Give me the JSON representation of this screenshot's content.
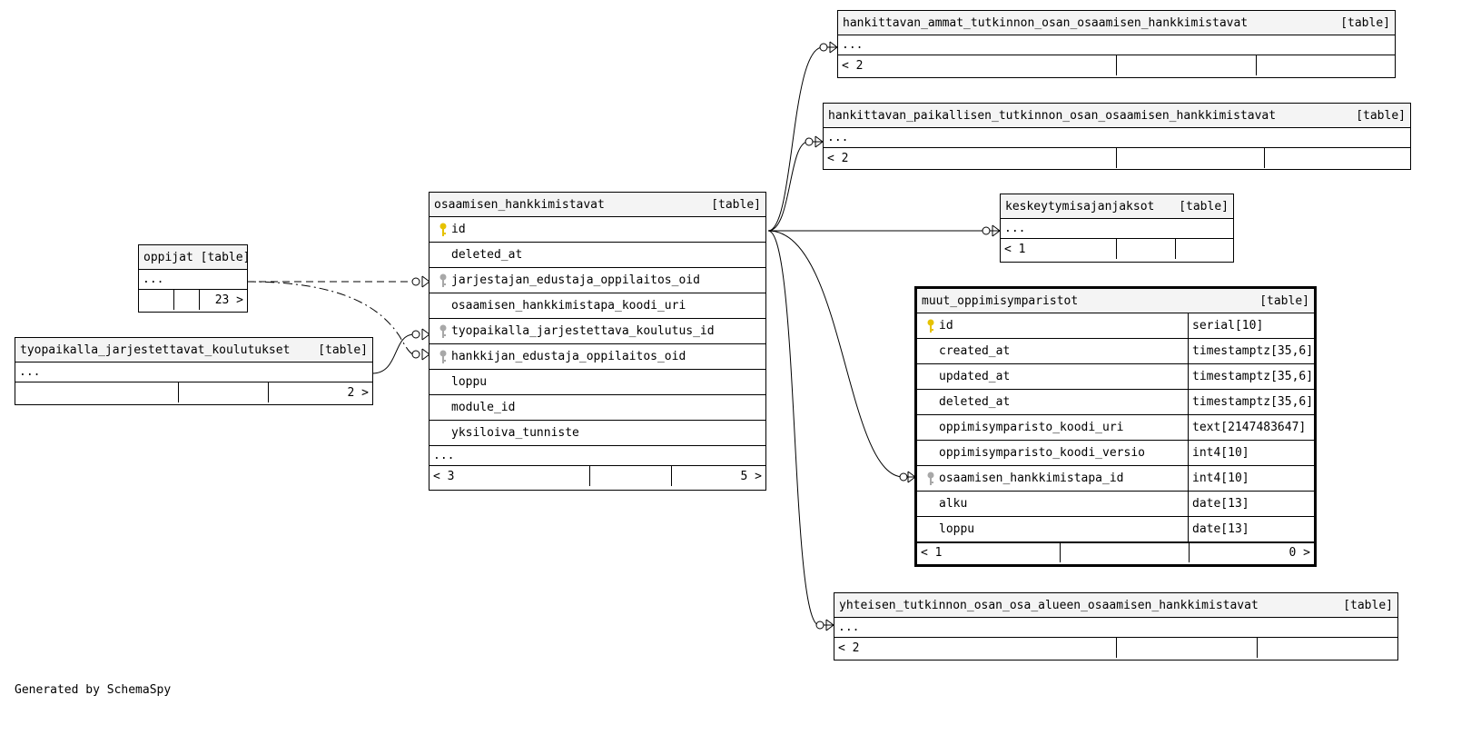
{
  "footer": {
    "credit": "Generated by SchemaSpy"
  },
  "tables": {
    "oppijat": {
      "name": "oppijat",
      "tag": "[table]",
      "more": "...",
      "foot": [
        "",
        "",
        "23 >"
      ]
    },
    "tyopaikalla": {
      "name": "tyopaikalla_jarjestettavat_koulutukset",
      "tag": "[table]",
      "more": "...",
      "foot": [
        "",
        "",
        "2 >"
      ]
    },
    "oh": {
      "name": "osaamisen_hankkimistavat",
      "tag": "[table]",
      "columns": [
        {
          "name": "id",
          "key": "primary"
        },
        {
          "name": "deleted_at",
          "key": "none"
        },
        {
          "name": "jarjestajan_edustaja_oppilaitos_oid",
          "key": "foreign"
        },
        {
          "name": "osaamisen_hankkimistapa_koodi_uri",
          "key": "none"
        },
        {
          "name": "tyopaikalla_jarjestettava_koulutus_id",
          "key": "foreign"
        },
        {
          "name": "hankkijan_edustaja_oppilaitos_oid",
          "key": "foreign"
        },
        {
          "name": "loppu",
          "key": "none"
        },
        {
          "name": "module_id",
          "key": "none"
        },
        {
          "name": "yksiloiva_tunniste",
          "key": "none"
        }
      ],
      "more": "...",
      "foot": [
        "< 3",
        "",
        "5 >"
      ]
    },
    "hat": {
      "name": "hankittavan_ammat_tutkinnon_osan_osaamisen_hankkimistavat",
      "tag": "[table]",
      "more": "...",
      "foot": [
        "< 2",
        "",
        ""
      ]
    },
    "hpt": {
      "name": "hankittavan_paikallisen_tutkinnon_osan_osaamisen_hankkimistavat",
      "tag": "[table]",
      "more": "...",
      "foot": [
        "< 2",
        "",
        ""
      ]
    },
    "kesk": {
      "name": "keskeytymisajanjaksot",
      "tag": "[table]",
      "more": "...",
      "foot": [
        "< 1",
        "",
        ""
      ]
    },
    "muut": {
      "name": "muut_oppimisymparistot",
      "tag": "[table]",
      "columns": [
        {
          "name": "id",
          "type": "serial[10]",
          "key": "primary"
        },
        {
          "name": "created_at",
          "type": "timestamptz[35,6]",
          "key": "none"
        },
        {
          "name": "updated_at",
          "type": "timestamptz[35,6]",
          "key": "none"
        },
        {
          "name": "deleted_at",
          "type": "timestamptz[35,6]",
          "key": "none"
        },
        {
          "name": "oppimisymparisto_koodi_uri",
          "type": "text[2147483647]",
          "key": "none"
        },
        {
          "name": "oppimisymparisto_koodi_versio",
          "type": "int4[10]",
          "key": "none"
        },
        {
          "name": "osaamisen_hankkimistapa_id",
          "type": "int4[10]",
          "key": "foreign"
        },
        {
          "name": "alku",
          "type": "date[13]",
          "key": "none"
        },
        {
          "name": "loppu",
          "type": "date[13]",
          "key": "none"
        }
      ],
      "foot": [
        "< 1",
        "",
        "0 >"
      ]
    },
    "yht": {
      "name": "yhteisen_tutkinnon_osan_osa_alueen_osaamisen_hankkimistavat",
      "tag": "[table]",
      "more": "...",
      "foot": [
        "< 2",
        "",
        ""
      ]
    }
  },
  "icons": {
    "primary": "key-gold-icon",
    "foreign": "key-gray-icon"
  },
  "colors": {
    "primary_key": "#e6c200",
    "foreign_key": "#a8a8a8",
    "header_bg": "#f4f4f4"
  }
}
